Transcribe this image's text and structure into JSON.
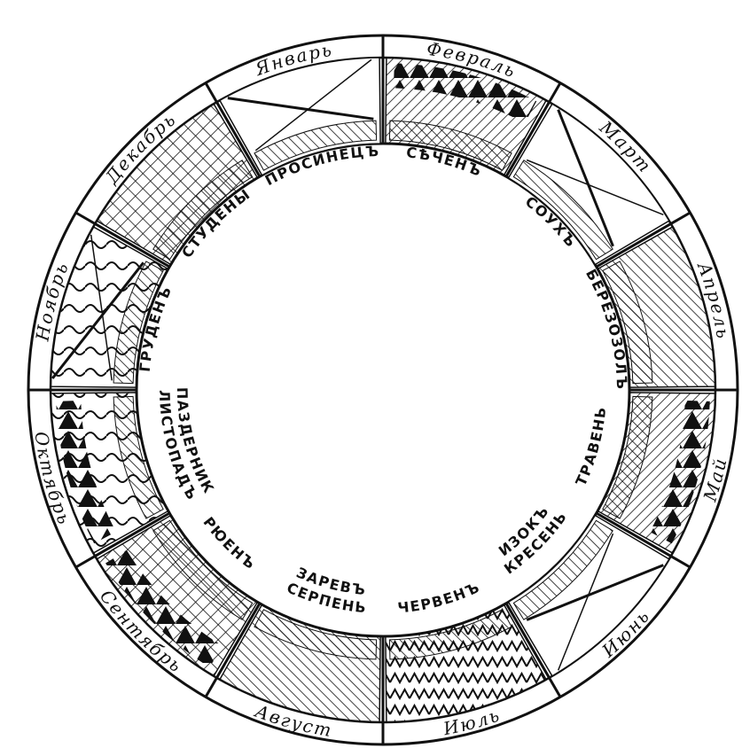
{
  "calendar": {
    "months": [
      {
        "key": "jan",
        "month": "Январь",
        "old_names": [
          "Просинецъ"
        ]
      },
      {
        "key": "feb",
        "month": "Февраль",
        "old_names": [
          "Сѣченъ"
        ]
      },
      {
        "key": "mar",
        "month": "Март",
        "old_names": [
          "Соухъ"
        ]
      },
      {
        "key": "apr",
        "month": "Апрель",
        "old_names": [
          "Березозолъ"
        ]
      },
      {
        "key": "may",
        "month": "Май",
        "old_names": [
          "Травень"
        ]
      },
      {
        "key": "jun",
        "month": "Июнь",
        "old_names": [
          "Кресень",
          "Изокъ"
        ]
      },
      {
        "key": "jul",
        "month": "Июль",
        "old_names": [
          "Червенъ"
        ]
      },
      {
        "key": "aug",
        "month": "Август",
        "old_names": [
          "Серпень",
          "Заревъ"
        ]
      },
      {
        "key": "sep",
        "month": "Сентябрь",
        "old_names": [
          "Рюенъ"
        ]
      },
      {
        "key": "oct",
        "month": "Октябрь",
        "old_names": [
          "Листопадъ",
          "Паздерник"
        ]
      },
      {
        "key": "nov",
        "month": "Ноябрь",
        "old_names": [
          "Груденъ"
        ]
      },
      {
        "key": "dec",
        "month": "Декабрь",
        "old_names": [
          "Студены"
        ]
      }
    ]
  }
}
